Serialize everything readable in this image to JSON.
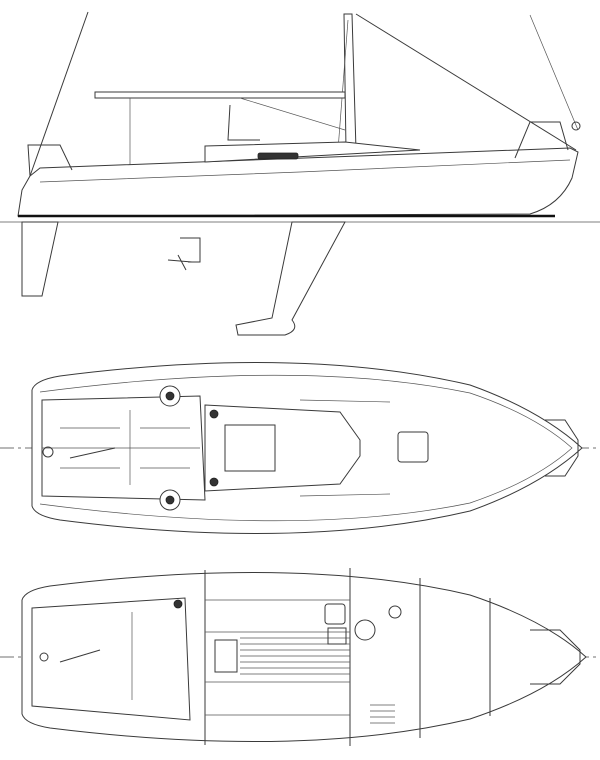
{
  "drawing": {
    "views": [
      "side-profile",
      "deck-plan",
      "interior-plan"
    ],
    "colors": {
      "line": "#3a3a3a",
      "background": "#ffffff",
      "waterline": "#111111"
    }
  }
}
